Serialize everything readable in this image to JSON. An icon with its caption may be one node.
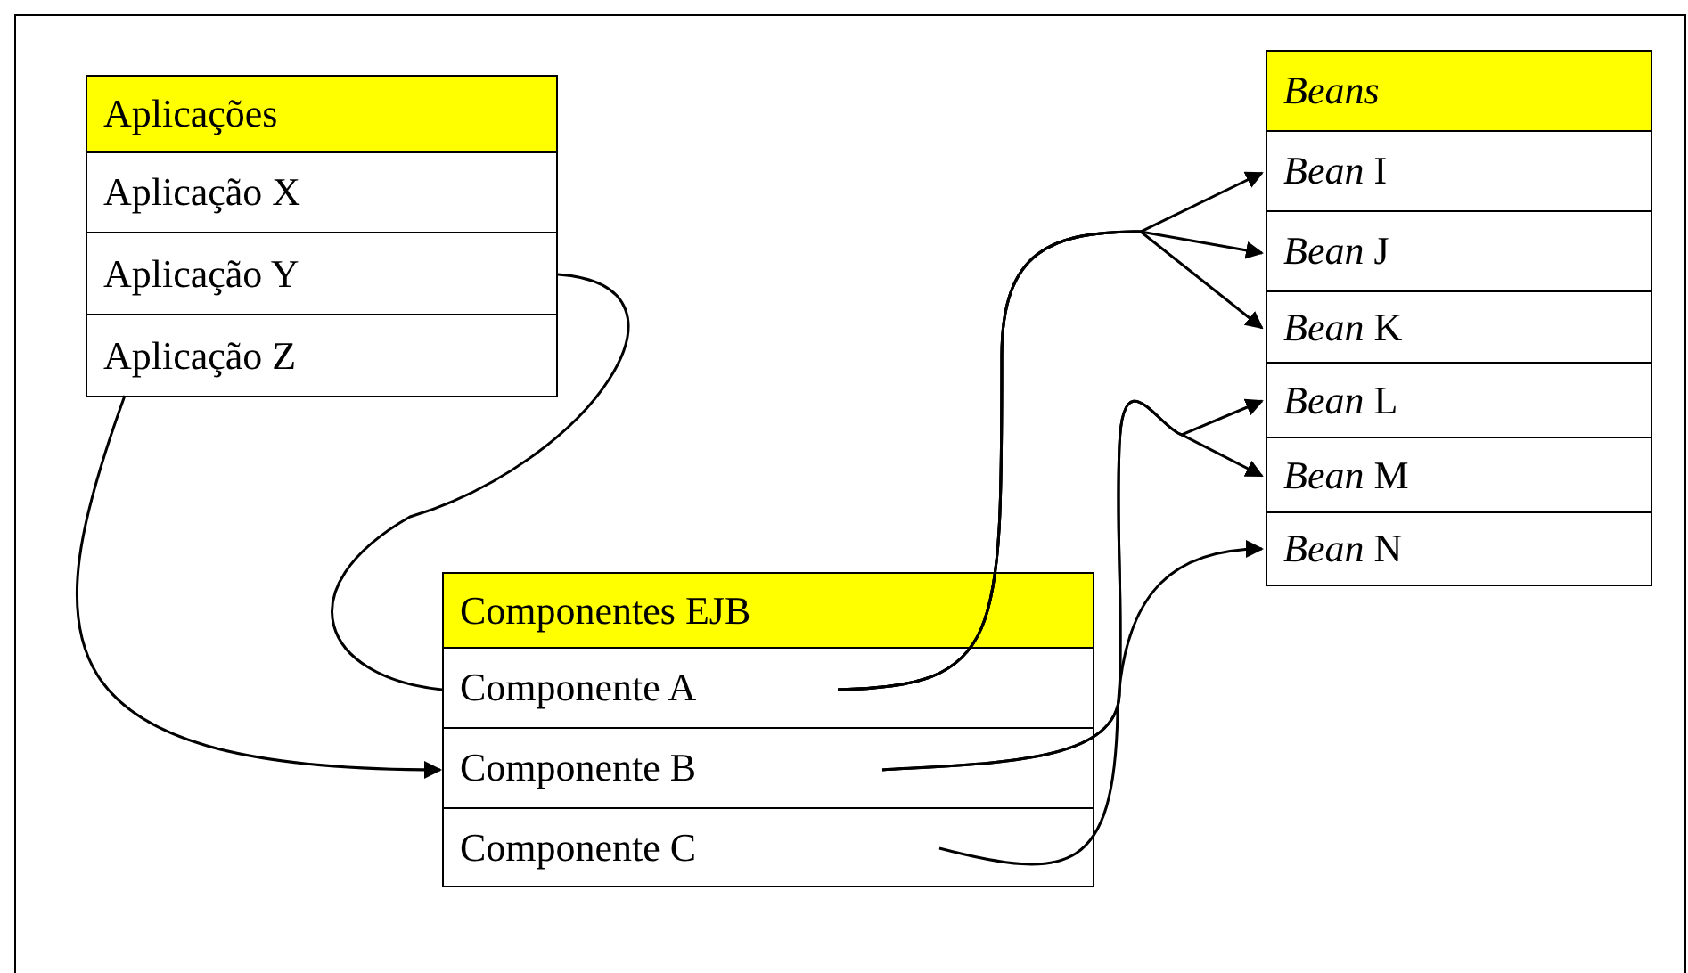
{
  "diagram": {
    "nodes": [
      {
        "text": [
          "Aplicações"
        ]
      },
      {
        "text": [
          "Aplicação X"
        ],
        "in": 0
      },
      {
        "text": [
          "Aplicação Y"
        ],
        "in": 0
      },
      {
        "text": [
          "Aplicação Z"
        ],
        "in": 0
      },
      {
        "text": [
          "Componentes EJB"
        ]
      },
      {
        "text": [
          "Componente A"
        ],
        "in": 4
      },
      {
        "text": [
          "Componente B"
        ],
        "in": 4
      },
      {
        "text": [
          "Componente C"
        ],
        "in": 4
      },
      {
        "text": [
          "Beans"
        ]
      },
      {
        "text": [
          "*Bean* I"
        ],
        "in": 8
      },
      {
        "text": [
          "*Bean* J"
        ],
        "in": 8
      },
      {
        "text": [
          "*Bean* K"
        ],
        "in": 8
      },
      {
        "text": [
          "*Bean* L"
        ],
        "in": 8
      },
      {
        "text": [
          "*Bean* M"
        ],
        "in": 8
      },
      {
        "text": [
          "*Bean* N"
        ],
        "in": 8
      }
    ],
    "edges": [
      {
        "from": 2,
        "to": 5,
        "arrow": "none"
      },
      {
        "from": 3,
        "to": 6,
        "arrow": "to"
      },
      {
        "from": 5,
        "to": 9,
        "arrow": "to"
      },
      {
        "from": 5,
        "to": 10,
        "arrow": "to"
      },
      {
        "from": 5,
        "to": 11,
        "arrow": "to"
      },
      {
        "from": 6,
        "to": 12,
        "arrow": "to"
      },
      {
        "from": 6,
        "to": 13,
        "arrow": "to"
      },
      {
        "from": 7,
        "to": 14,
        "arrow": "to"
      }
    ]
  }
}
